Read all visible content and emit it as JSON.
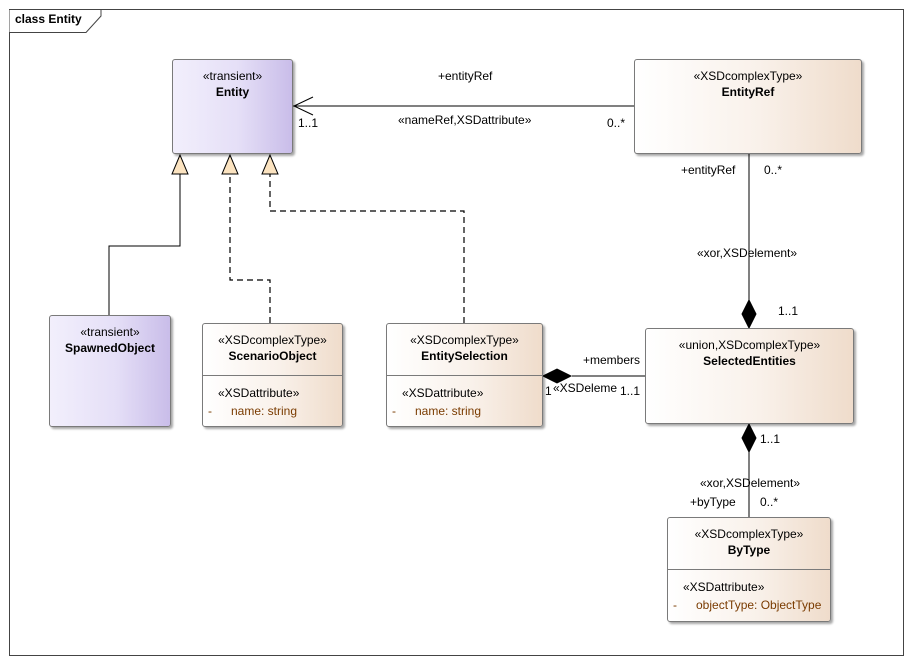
{
  "diagram_title": "class Entity",
  "classes": {
    "entity": {
      "stereotype": "«transient»",
      "name": "Entity"
    },
    "entity_ref": {
      "stereotype": "«XSDcomplexType»",
      "name": "EntityRef"
    },
    "spawned_object": {
      "stereotype": "«transient»",
      "name": "SpawnedObject"
    },
    "scenario_object": {
      "stereotype": "«XSDcomplexType»",
      "name": "ScenarioObject",
      "attr_stereotype": "«XSDattribute»",
      "attr_visibility": "-",
      "attr": "name: string"
    },
    "entity_selection": {
      "stereotype": "«XSDcomplexType»",
      "name": "EntitySelection",
      "attr_stereotype": "«XSDattribute»",
      "attr_visibility": "-",
      "attr": "name: string"
    },
    "selected_entities": {
      "stereotype": "«union,XSDcomplexType»",
      "name": "SelectedEntities"
    },
    "by_type": {
      "stereotype": "«XSDcomplexType»",
      "name": "ByType",
      "attr_stereotype": "«XSDattribute»",
      "attr_visibility": "-",
      "attr": "objectType: ObjectType"
    }
  },
  "labels": {
    "ref_role": "+entityRef",
    "ref_stereo": "«nameRef,XSDattribute»",
    "ref_mult_entity": "1..1",
    "ref_mult_entityref": "0..*",
    "er_role": "+entityRef",
    "er_mult": "0..*",
    "er_stereo": "«xor,XSDelement»",
    "er_mult_selected": "1..1",
    "members_role": "+members",
    "members_stereo": "«XSDeleme",
    "members_mult_selection": "1",
    "members_mult_selected": "1..1",
    "bytype_mult_selected": "1..1",
    "bytype_stereo": "«xor,XSDelement»",
    "bytype_role": "+byType",
    "bytype_mult": "0..*"
  },
  "colors": {
    "transient_fill": "#e5dff7",
    "xsd_fill": "#f9f1ea",
    "generalization_arrow_fill": "#fbe3c0",
    "attribute_text": "#7a3b00"
  }
}
